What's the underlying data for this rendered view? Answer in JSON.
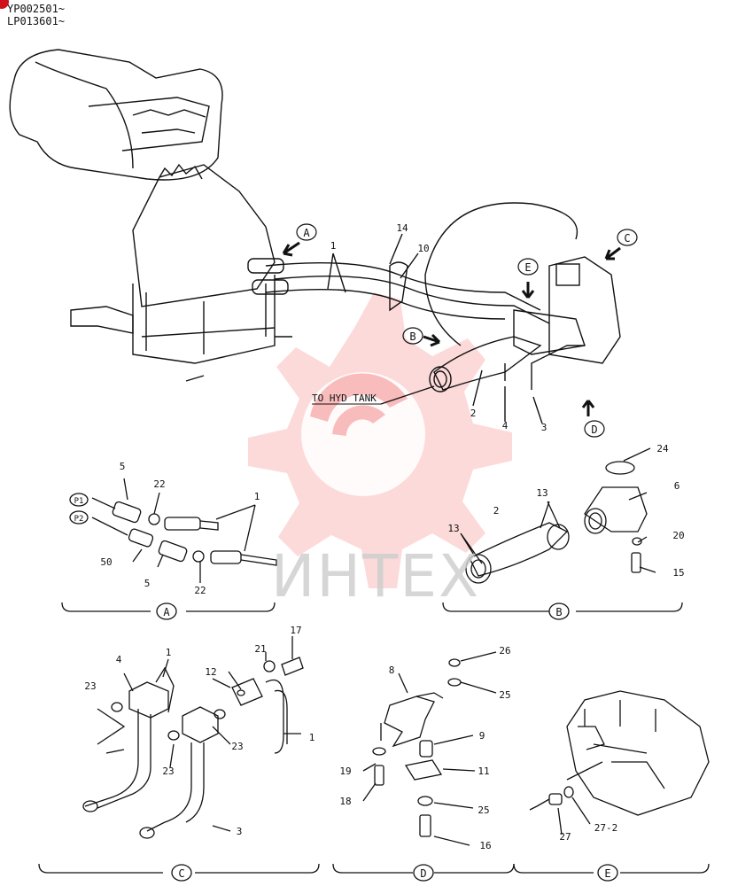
{
  "header": {
    "serial_line_1": "YP002501~",
    "serial_line_2": "LP013601~"
  },
  "watermark": {
    "text": "ИНТЕХ",
    "color": "#f26c6c"
  },
  "main_view": {
    "callout_to_hyd_tank": "TO HYD TANK",
    "view_markers": [
      "A",
      "B",
      "C",
      "D",
      "E"
    ],
    "part_labels": [
      "1",
      "14",
      "10",
      "2",
      "4",
      "3"
    ]
  },
  "view_a": {
    "title": "A",
    "port_labels": [
      "P1",
      "P2"
    ],
    "part_labels": [
      "5",
      "22",
      "1",
      "50",
      "5",
      "22"
    ]
  },
  "view_b": {
    "title": "B",
    "part_labels": [
      "24",
      "6",
      "13",
      "2",
      "13",
      "20",
      "15"
    ]
  },
  "view_c": {
    "title": "C",
    "part_labels": [
      "17",
      "4",
      "1",
      "21",
      "12",
      "23",
      "23",
      "23",
      "1",
      "3"
    ]
  },
  "view_d": {
    "title": "D",
    "part_labels": [
      "26",
      "8",
      "25",
      "9",
      "19",
      "11",
      "18",
      "25",
      "16"
    ]
  },
  "view_e": {
    "title": "E",
    "part_labels": [
      "27",
      "27-2"
    ]
  }
}
